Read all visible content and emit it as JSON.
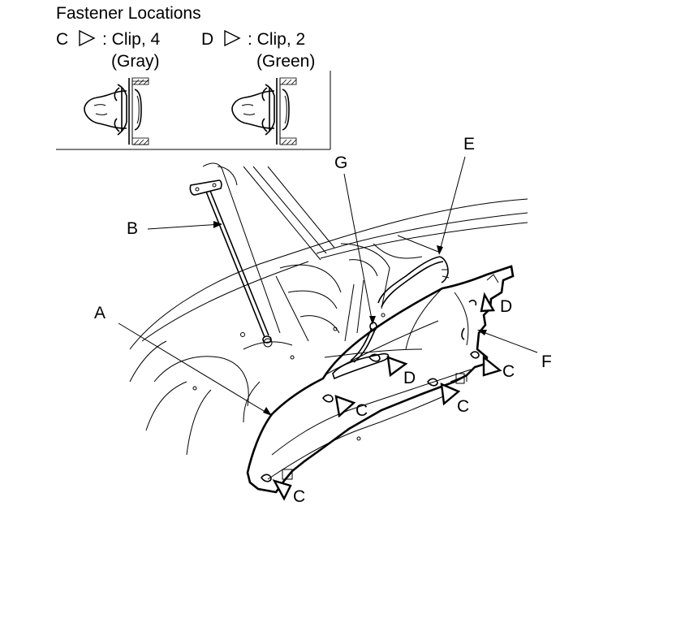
{
  "legend": {
    "title": "Fastener Locations",
    "items": [
      {
        "letter": "C",
        "text": ": Clip, 4",
        "color_note": "(Gray)"
      },
      {
        "letter": "D",
        "text": ": Clip, 2",
        "color_note": "(Green)"
      }
    ]
  },
  "callouts": {
    "A": "A",
    "B": "B",
    "E": "E",
    "F": "F",
    "G": "G"
  },
  "clip_labels": {
    "c1": "C",
    "c2": "C",
    "c3": "C",
    "c4": "C",
    "d1": "D",
    "d2": "D"
  }
}
